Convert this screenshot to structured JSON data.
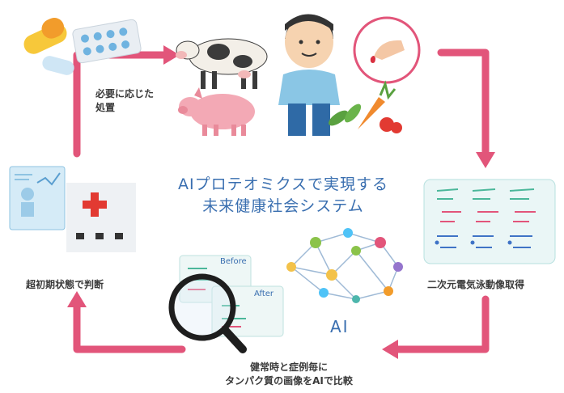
{
  "title": {
    "line1": "AIプロテオミクスで実現する",
    "line2": "未来健康社会システム"
  },
  "labels": {
    "treatment_line1": "必要に応じた",
    "treatment_line2": "処置",
    "electrophoresis": "二次元電気泳動像取得",
    "compare_line1": "健常時と症例毎に",
    "compare_line2": "タンパク質の画像をAIで比較",
    "judge": "超初期状態で判断"
  },
  "image_text": {
    "before": "Before",
    "after": "After",
    "ai": "AI"
  },
  "colors": {
    "arrow": "#e2557a",
    "title": "#3a6fb0",
    "label": "#3a3a3a"
  },
  "icons": [
    "pills-icon",
    "cow-icon",
    "pig-icon",
    "person-icon",
    "blood-drop-icon",
    "vegetables-icon",
    "gel-image-icon",
    "ai-brain-icon",
    "magnifier-icon",
    "medical-chart-icon",
    "hospital-icon"
  ]
}
